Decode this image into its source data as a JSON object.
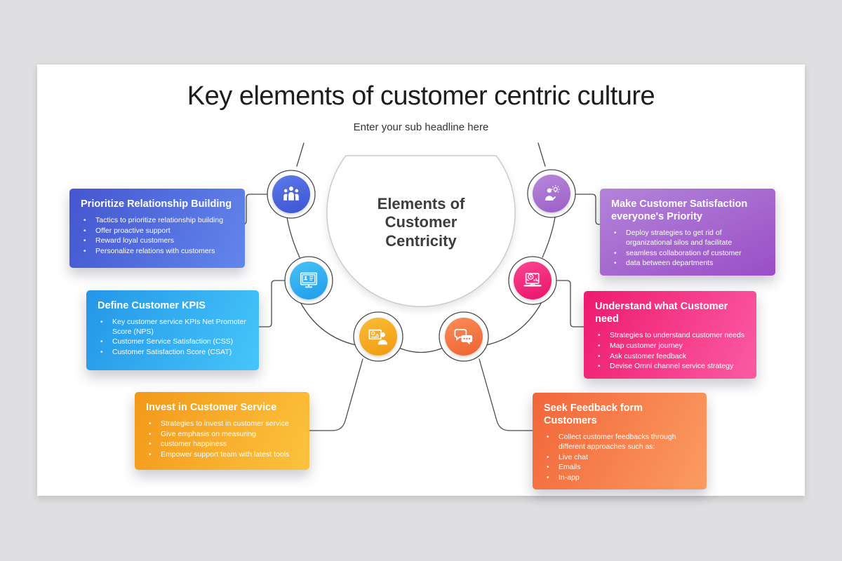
{
  "background_color": "#dfdfe1",
  "slide": {
    "title": "Key elements of customer centric culture",
    "subtitle": "Enter your sub headline here",
    "center_label": "Elements of\nCustomer\nCentricity"
  },
  "palette": {
    "wire_color": "#4a4a4a",
    "center_circle_border": "#cbcbcb",
    "text_dark": "#1d1d1f"
  },
  "boxes": [
    {
      "title": "Prioritize Relationship Building",
      "bullets": [
        "Tactics to prioritize relationship building",
        "Offer proactive support",
        "Reward loyal customers",
        "Personalize relations with customers"
      ],
      "gradient": "linear-gradient(115deg, #4456d0, #6286eb)",
      "icon": "people-group-icon",
      "icon_bg": "linear-gradient(160deg, #5d7ae8, #3d54d3)"
    },
    {
      "title": "Define Customer KPIS",
      "bullets": [
        "Key customer service KPIs Net Promoter Score (NPS)",
        "Customer Service Satisfaction (CSS)",
        "Customer Satisfaction Score (CSAT)"
      ],
      "gradient": "linear-gradient(115deg, #2496e7, #45c6fa)",
      "icon": "monitor-profile-icon",
      "icon_bg": "linear-gradient(160deg, #47c2f8, #1f9ce9)"
    },
    {
      "title": "Invest in Customer Service",
      "bullets": [
        "Strategies to invest in customer service",
        "Give emphasis on measuring",
        "customer happiness",
        "Empower support team with latest tools"
      ],
      "gradient": "linear-gradient(115deg, #f3981a, #fcc33d)",
      "icon": "person-presentation-icon",
      "icon_bg": "linear-gradient(160deg, #fbbc36, #f19a12)"
    },
    {
      "title": "Make Customer Satisfaction everyone's Priority",
      "bullets": [
        "Deploy strategies to get rid of organizational silos and facilitate",
        "seamless collaboration of customer",
        "data between departments"
      ],
      "gradient": "linear-gradient(155deg, #b384da, #9a4ec5)",
      "icon": "person-idea-icon",
      "icon_bg": "linear-gradient(160deg, #b988dd, #9a5fc7)"
    },
    {
      "title": "Understand what Customer need",
      "bullets": [
        "Strategies to understand customer needs",
        "Map customer journey",
        "Ask customer feedback",
        "Devise Omni channel service strategy"
      ],
      "gradient": "linear-gradient(115deg, #ee1a6e, #fb5ba4)",
      "icon": "laptop-analytics-icon",
      "icon_bg": "linear-gradient(160deg, #fb4691, #e91368)"
    },
    {
      "title": "Seek Feedback form Customers",
      "bullets": [
        "Collect customer feedbacks through different approaches such as:",
        "Live chat",
        "Emails",
        "In-app"
      ],
      "gradient": "linear-gradient(115deg, #f2663a, #fb9c60)",
      "icon": "chat-bubbles-icon",
      "icon_bg": "linear-gradient(160deg, #f98e58, #ee6231)"
    }
  ]
}
